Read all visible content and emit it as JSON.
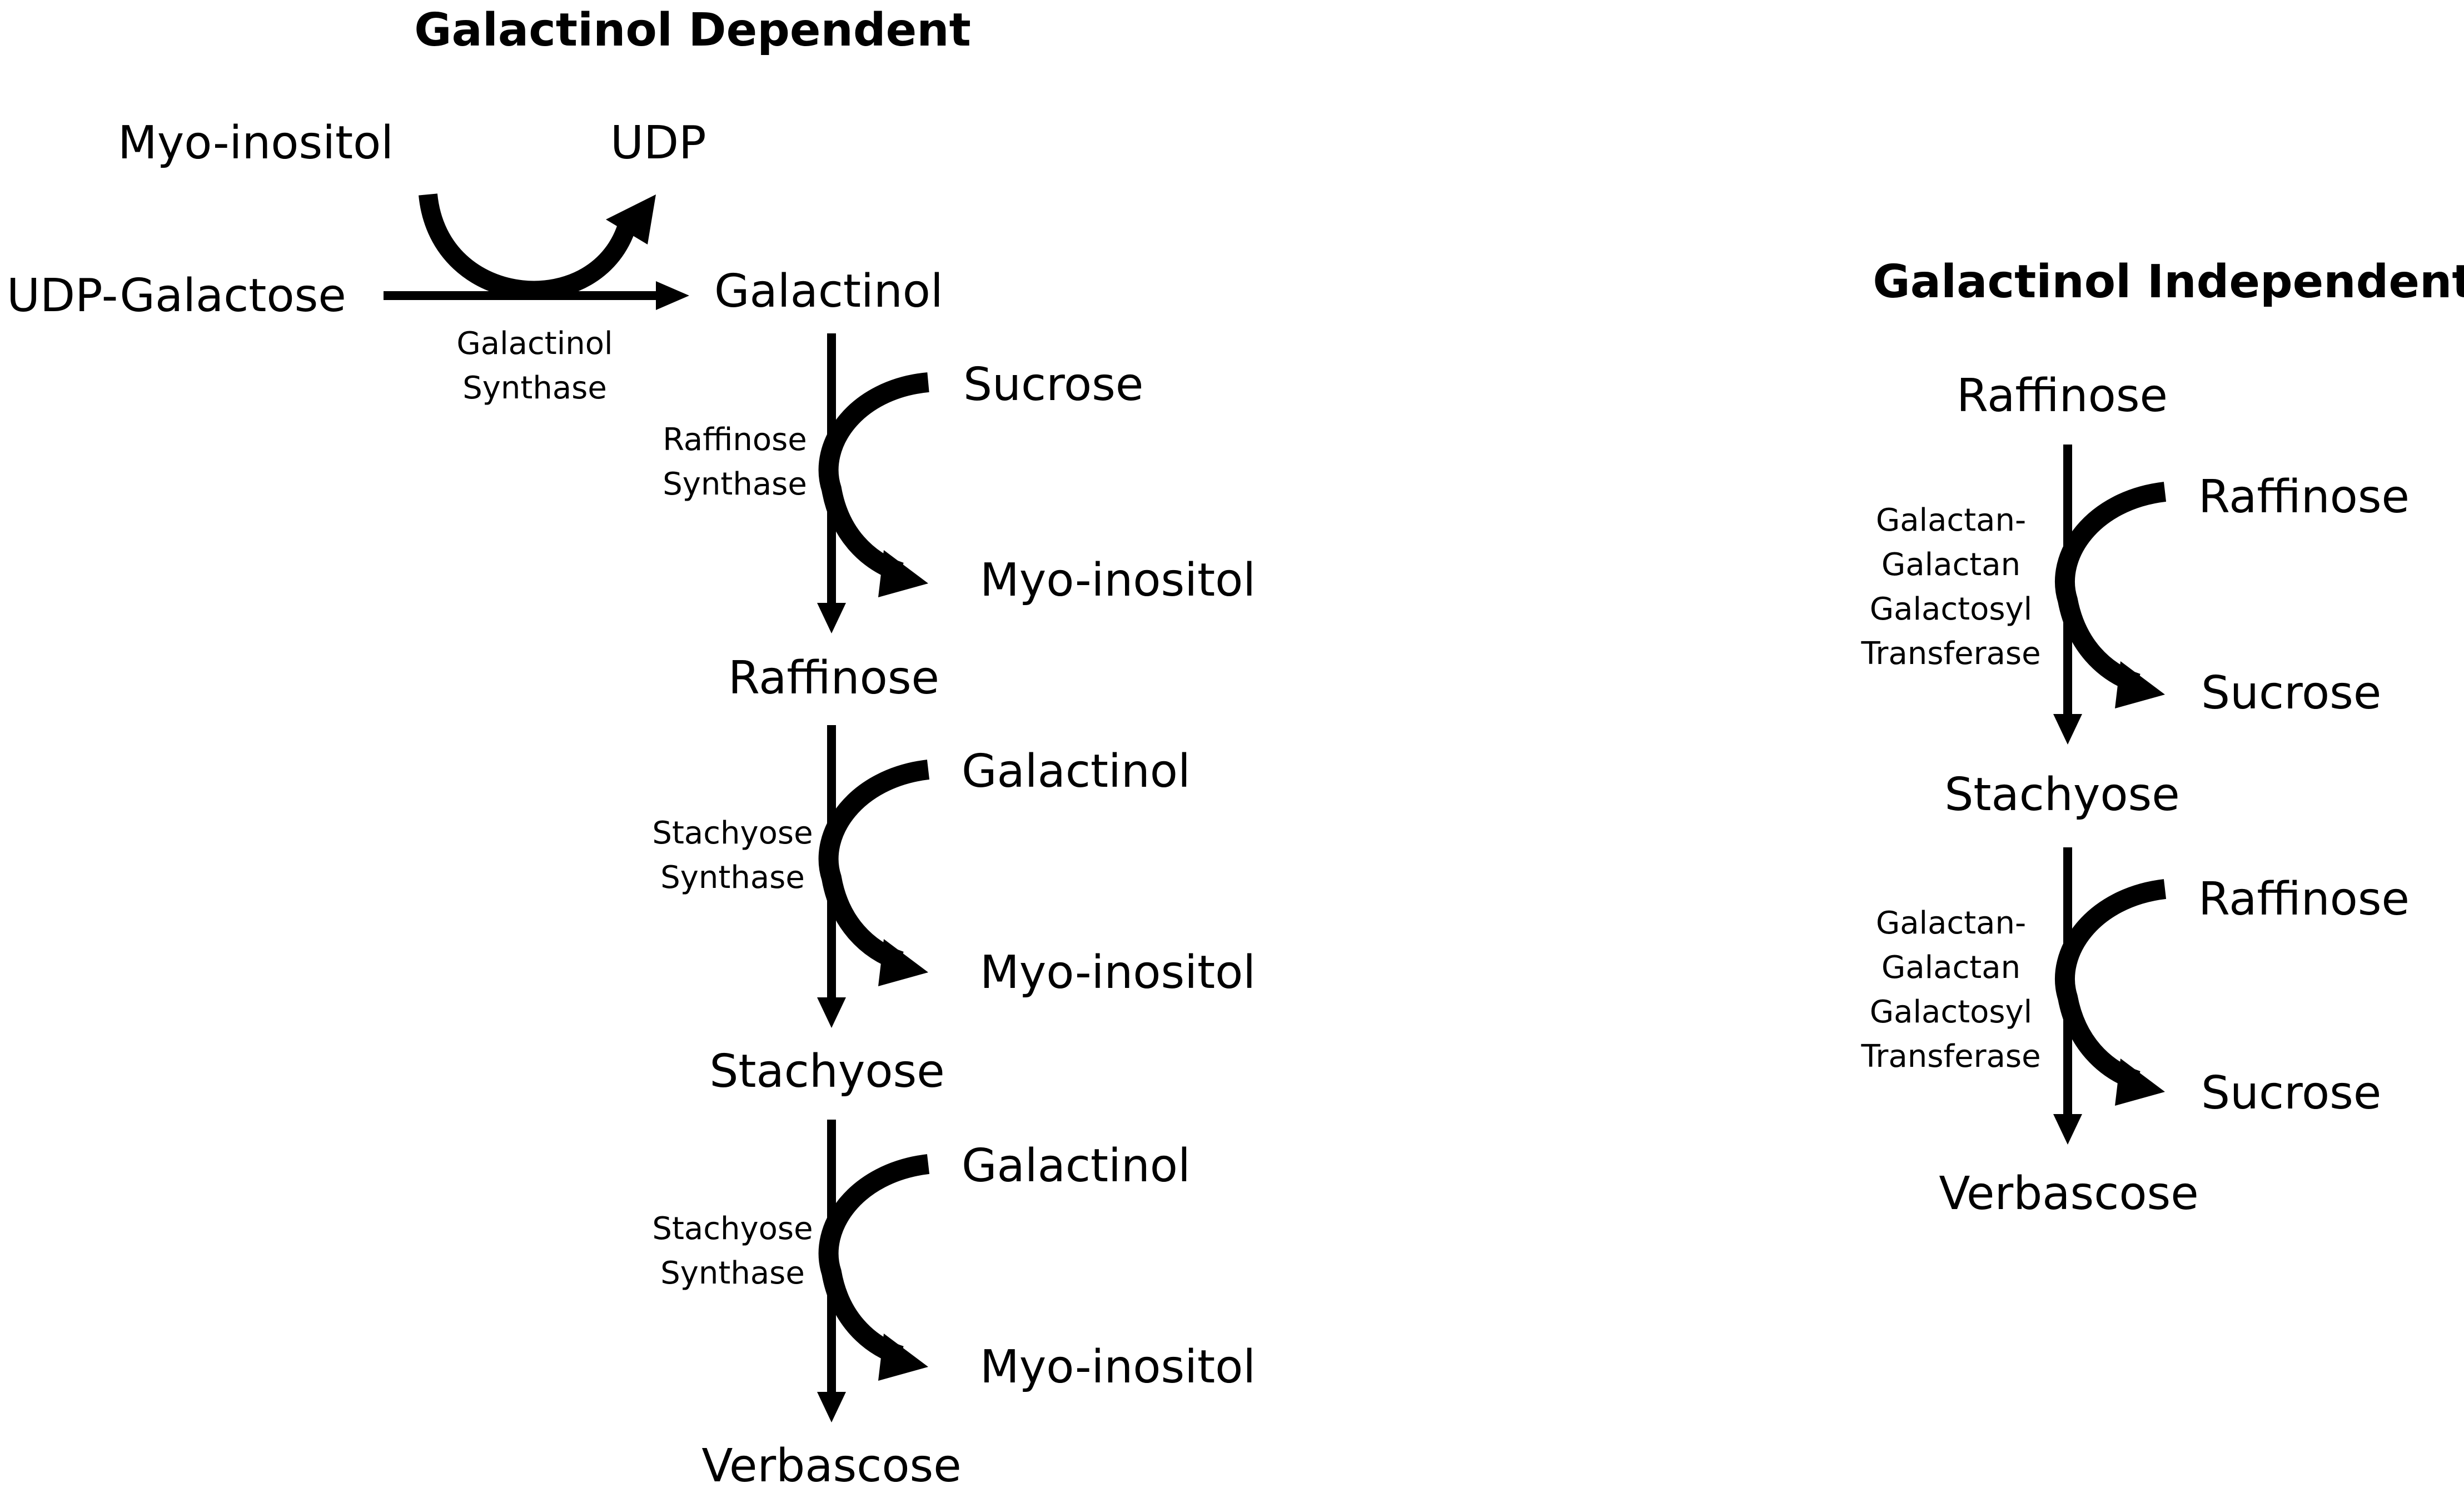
{
  "colors": {
    "stroke": "#000000",
    "background": "#ffffff"
  },
  "dependent": {
    "title": "Galactinol Dependent",
    "step1": {
      "substrate": "UDP-Galactose",
      "cosubstrate": "Myo-inositol",
      "byproduct": "UDP",
      "product": "Galactinol",
      "enzyme_line1": "Galactinol",
      "enzyme_line2": "Synthase"
    },
    "step2": {
      "enzyme_line1": "Raffinose",
      "enzyme_line2": "Synthase",
      "donor": "Sucrose",
      "released": "Myo-inositol",
      "product": "Raffinose"
    },
    "step3": {
      "enzyme_line1": "Stachyose",
      "enzyme_line2": "Synthase",
      "donor": "Galactinol",
      "released": "Myo-inositol",
      "product": "Stachyose"
    },
    "step4": {
      "enzyme_line1": "Stachyose",
      "enzyme_line2": "Synthase",
      "donor": "Galactinol",
      "released": "Myo-inositol",
      "product": "Verbascose"
    }
  },
  "independent": {
    "title": "Galactinol Independent",
    "start": "Raffinose",
    "step1": {
      "enzyme_lines": [
        "Galactan-",
        "Galactan",
        "Galactosyl",
        "Transferase"
      ],
      "donor": "Raffinose",
      "released": "Sucrose",
      "product": "Stachyose"
    },
    "step2": {
      "enzyme_lines": [
        "Galactan-",
        "Galactan",
        "Galactosyl",
        "Transferase"
      ],
      "donor": "Raffinose",
      "released": "Sucrose",
      "product": "Verbascose"
    }
  }
}
